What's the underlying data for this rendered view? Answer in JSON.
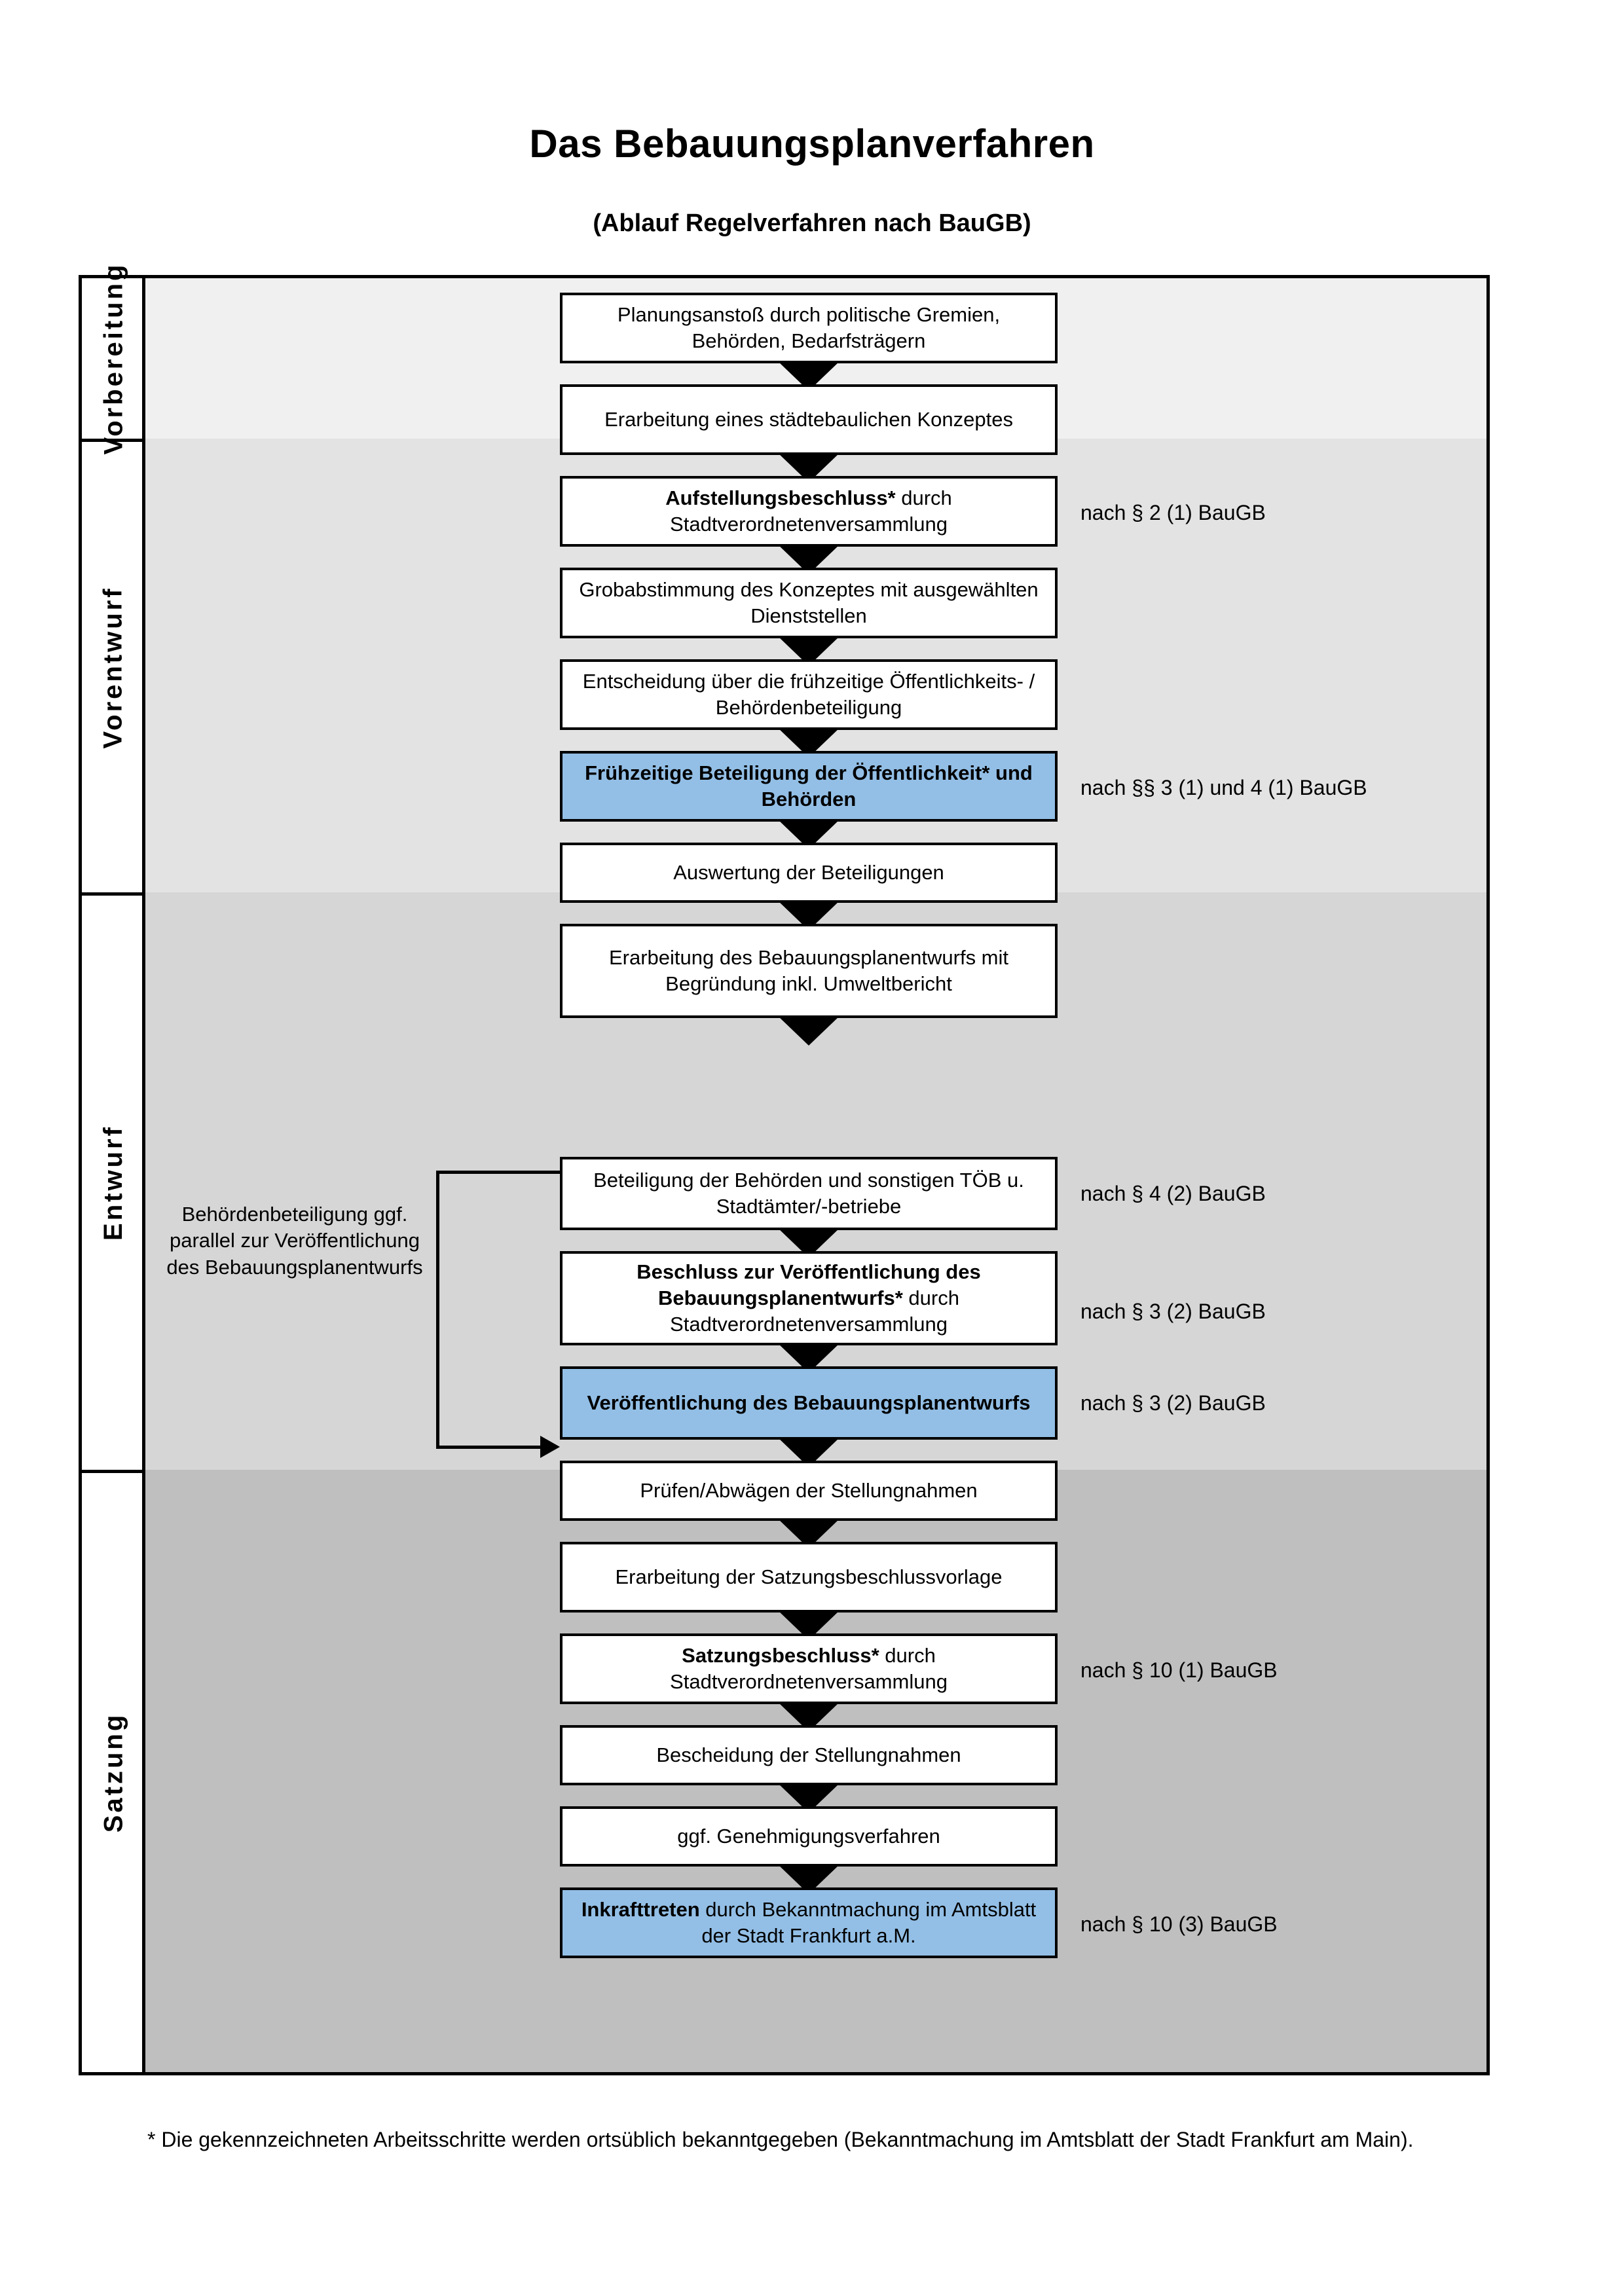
{
  "document": {
    "title": "Das Bebauungsplanverfahren",
    "subtitle": "(Ablauf Regelverfahren nach BauGB)",
    "footnote": "* Die gekennzeichneten Arbeitsschritte werden ortsüblich bekanntgegeben (Bekanntmachung im Amtsblatt  der Stadt Frankfurt am Main)."
  },
  "colors": {
    "highlight_box": "#93bfe6",
    "band_vorbereitung": "#f0f0f0",
    "band_vorentwurf": "#e3e3e3",
    "band_entwurf": "#d6d6d6",
    "band_satzung": "#bfbfbf",
    "border": "#000000"
  },
  "phases": [
    {
      "label": "Vorbereitung"
    },
    {
      "label": "Vorentwurf"
    },
    {
      "label": "Entwurf"
    },
    {
      "label": "Satzung"
    }
  ],
  "side_note": "Behördenbeteiligung ggf. parallel zur Veröffentlichung des Bebauungsplanentwurfs",
  "steps": [
    {
      "id": "s1",
      "phase": "Vorbereitung",
      "bold": "",
      "text": "Planungsanstoß durch politische Gremien, Behörden, Bedarfsträgern",
      "highlight": false
    },
    {
      "id": "s2",
      "phase": "Vorbereitung",
      "bold": "",
      "text": "Erarbeitung eines städtebaulichen Konzeptes",
      "highlight": false
    },
    {
      "id": "s3",
      "phase": "Vorbereitung",
      "bold": "Aufstellungsbeschluss*",
      "text": " durch Stadtverordnetenversammlung",
      "highlight": false
    },
    {
      "id": "s4",
      "phase": "Vorentwurf",
      "bold": "",
      "text": "Grobabstimmung des Konzeptes mit ausgewählten Dienststellen",
      "highlight": false
    },
    {
      "id": "s5",
      "phase": "Vorentwurf",
      "bold": "",
      "text": "Entscheidung über die frühzeitige Öffentlichkeits- / Behördenbeteiligung",
      "highlight": false
    },
    {
      "id": "s6",
      "phase": "Vorentwurf",
      "bold": "Frühzeitige Beteiligung der Öffentlichkeit* und Behörden",
      "text": "",
      "highlight": true
    },
    {
      "id": "s7",
      "phase": "Entwurf",
      "bold": "",
      "text": "Auswertung der Beteiligungen",
      "highlight": false
    },
    {
      "id": "s8",
      "phase": "Entwurf",
      "bold": "",
      "text": "Erarbeitung des Bebauungsplanentwurfs mit Begründung inkl. Umweltbericht",
      "highlight": false
    },
    {
      "id": "s9",
      "phase": "Entwurf",
      "bold": "",
      "text": "Beteiligung der Behörden und sonstigen TÖB u. Stadtämter/-betriebe",
      "highlight": false
    },
    {
      "id": "s10",
      "phase": "Entwurf",
      "bold": "Beschluss zur Veröffentlichung des Bebauungsplanentwurfs*",
      "text": " durch Stadtverordnetenversammlung",
      "highlight": false
    },
    {
      "id": "s11",
      "phase": "Entwurf",
      "bold": "Veröffentlichung des Bebauungsplanentwurfs",
      "text": "",
      "highlight": true
    },
    {
      "id": "s12",
      "phase": "Satzung",
      "bold": "",
      "text": "Prüfen/Abwägen der Stellungnahmen",
      "highlight": false
    },
    {
      "id": "s13",
      "phase": "Satzung",
      "bold": "",
      "text": "Erarbeitung der Satzungsbeschlussvorlage",
      "highlight": false
    },
    {
      "id": "s14",
      "phase": "Satzung",
      "bold": "Satzungsbeschluss*",
      "text": " durch Stadtverordnetenversammlung",
      "highlight": false
    },
    {
      "id": "s15",
      "phase": "Satzung",
      "bold": "",
      "text": "Bescheidung der Stellungnahmen",
      "highlight": false
    },
    {
      "id": "s16",
      "phase": "Satzung",
      "bold": "",
      "text": "ggf. Genehmigungsverfahren",
      "highlight": false
    },
    {
      "id": "s17",
      "phase": "Satzung",
      "bold": "Inkrafttreten",
      "text": " durch Bekanntmachung im Amtsblatt der Stadt Frankfurt a.M.",
      "highlight": true
    }
  ],
  "legal_refs": [
    {
      "id": "l1",
      "text": "nach § 2 (1) BauGB",
      "for_step": "s3"
    },
    {
      "id": "l2",
      "text": "nach §§ 3 (1) und 4 (1) BauGB",
      "for_step": "s6"
    },
    {
      "id": "l3",
      "text": "nach § 4 (2) BauGB",
      "for_step": "s9"
    },
    {
      "id": "l4",
      "text": "nach § 3 (2) BauGB",
      "for_step": "s10"
    },
    {
      "id": "l5",
      "text": "nach § 3 (2) BauGB",
      "for_step": "s11"
    },
    {
      "id": "l6",
      "text": "nach § 10 (1) BauGB",
      "for_step": "s14"
    },
    {
      "id": "l7",
      "text": "nach § 10 (3) BauGB",
      "for_step": "s17"
    }
  ]
}
